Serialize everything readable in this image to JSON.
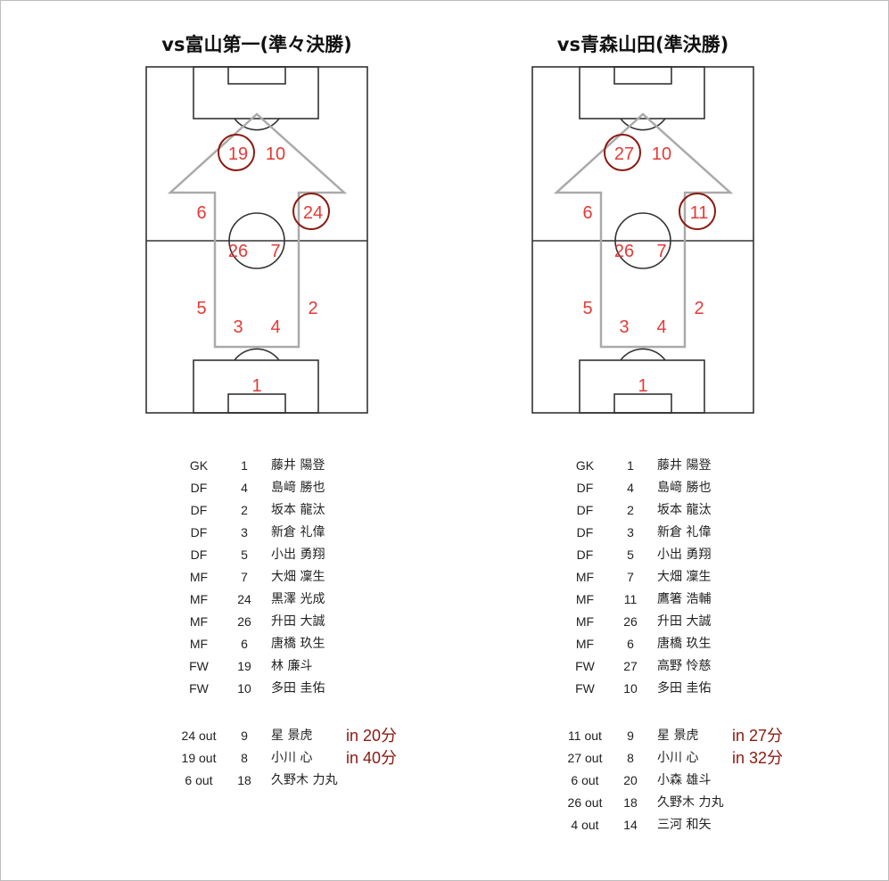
{
  "accent_color": "#e53935",
  "circle_color": "#8b1a10",
  "matches": [
    {
      "title": "vs富山第一(準々決勝)",
      "players": [
        {
          "num": "19",
          "circled": true
        },
        {
          "num": "10",
          "circled": false
        },
        {
          "num": "6",
          "circled": false
        },
        {
          "num": "24",
          "circled": true
        },
        {
          "num": "26",
          "circled": false
        },
        {
          "num": "7",
          "circled": false
        },
        {
          "num": "5",
          "circled": false
        },
        {
          "num": "2",
          "circled": false
        },
        {
          "num": "3",
          "circled": false
        },
        {
          "num": "4",
          "circled": false
        },
        {
          "num": "1",
          "circled": false
        }
      ],
      "lineup": [
        {
          "pos": "GK",
          "num": "1",
          "name": "藤井 陽登"
        },
        {
          "pos": "DF",
          "num": "4",
          "name": "島﨑 勝也"
        },
        {
          "pos": "DF",
          "num": "2",
          "name": "坂本 龍汰"
        },
        {
          "pos": "DF",
          "num": "3",
          "name": "新倉 礼偉"
        },
        {
          "pos": "DF",
          "num": "5",
          "name": "小出 勇翔"
        },
        {
          "pos": "MF",
          "num": "7",
          "name": "大畑 凜生"
        },
        {
          "pos": "MF",
          "num": "24",
          "name": "黒澤 光成"
        },
        {
          "pos": "MF",
          "num": "26",
          "name": "升田 大誠"
        },
        {
          "pos": "MF",
          "num": "6",
          "name": "唐橋 玖生"
        },
        {
          "pos": "FW",
          "num": "19",
          "name": "林 廉斗"
        },
        {
          "pos": "FW",
          "num": "10",
          "name": "多田 圭佑"
        }
      ],
      "subs": [
        {
          "out": "24 out",
          "num": "9",
          "name": "星 景虎",
          "in": "in 20分"
        },
        {
          "out": "19 out",
          "num": "8",
          "name": "小川 心",
          "in": "in 40分"
        },
        {
          "out": "6 out",
          "num": "18",
          "name": "久野木 力丸",
          "in": ""
        }
      ]
    },
    {
      "title": "vs青森山田(準決勝)",
      "players": [
        {
          "num": "27",
          "circled": true
        },
        {
          "num": "10",
          "circled": false
        },
        {
          "num": "6",
          "circled": false
        },
        {
          "num": "11",
          "circled": true
        },
        {
          "num": "26",
          "circled": false
        },
        {
          "num": "7",
          "circled": false
        },
        {
          "num": "5",
          "circled": false
        },
        {
          "num": "2",
          "circled": false
        },
        {
          "num": "3",
          "circled": false
        },
        {
          "num": "4",
          "circled": false
        },
        {
          "num": "1",
          "circled": false
        }
      ],
      "lineup": [
        {
          "pos": "GK",
          "num": "1",
          "name": "藤井 陽登"
        },
        {
          "pos": "DF",
          "num": "4",
          "name": "島﨑 勝也"
        },
        {
          "pos": "DF",
          "num": "2",
          "name": "坂本 龍汰"
        },
        {
          "pos": "DF",
          "num": "3",
          "name": "新倉 礼偉"
        },
        {
          "pos": "DF",
          "num": "5",
          "name": "小出 勇翔"
        },
        {
          "pos": "MF",
          "num": "7",
          "name": "大畑 凜生"
        },
        {
          "pos": "MF",
          "num": "11",
          "name": "鷹箸 浩輔"
        },
        {
          "pos": "MF",
          "num": "26",
          "name": "升田 大誠"
        },
        {
          "pos": "MF",
          "num": "6",
          "name": "唐橋 玖生"
        },
        {
          "pos": "FW",
          "num": "27",
          "name": "高野 怜慈"
        },
        {
          "pos": "FW",
          "num": "10",
          "name": "多田 圭佑"
        }
      ],
      "subs": [
        {
          "out": "11 out",
          "num": "9",
          "name": "星 景虎",
          "in": "in 27分"
        },
        {
          "out": "27 out",
          "num": "8",
          "name": "小川 心",
          "in": "in 32分"
        },
        {
          "out": "6 out",
          "num": "20",
          "name": "小森 雄斗",
          "in": ""
        },
        {
          "out": "26 out",
          "num": "18",
          "name": "久野木 力丸",
          "in": ""
        },
        {
          "out": "4 out",
          "num": "14",
          "name": "三河 和矢",
          "in": ""
        }
      ]
    }
  ]
}
